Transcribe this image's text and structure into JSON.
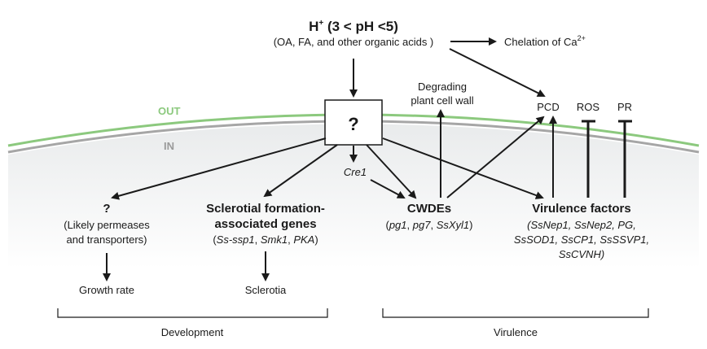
{
  "ph": {
    "title_main": "H",
    "title_sup": "+",
    "title_rest": " (3 < pH <5)",
    "subtitle": "(OA, FA, and other organic acids )"
  },
  "chelation": {
    "main": "Chelation of Ca",
    "sup": "2+"
  },
  "membrane": {
    "out_label": "OUT",
    "in_label": "IN",
    "out_color": "#8cc97e",
    "in_color": "#a6a6a6"
  },
  "sensor": {
    "label": "?"
  },
  "degrading": {
    "line1": "Degrading",
    "line2": "plant cell wall"
  },
  "effects": {
    "pcd": "PCD",
    "ros": "ROS",
    "pr": "PR"
  },
  "cre1": "Cre1",
  "unknown": {
    "title": "?",
    "line1": "(Likely permeases",
    "line2": "and transporters)",
    "outcome": "Growth rate"
  },
  "sclerotial": {
    "title1": "Sclerotial formation-",
    "title2": "associated genes",
    "genes_open": "(",
    "gene1": "Ss-ssp1",
    "sep1": ", ",
    "gene2": "Smk1",
    "sep2": ", ",
    "gene3": "PKA",
    "genes_close": ")",
    "outcome": "Sclerotia"
  },
  "cwdes": {
    "title": "CWDEs",
    "genes_open": "(",
    "gene1": "pg1",
    "sep1": ", ",
    "gene2": "pg7",
    "sep2": ", ",
    "gene3": "SsXyl1",
    "genes_close": ")"
  },
  "virulence_factors": {
    "title": "Virulence factors",
    "line1": "(SsNep1, SsNep2, PG,",
    "line2": "SsSOD1, SsCP1, SsSSVP1,",
    "line3": "SsCVNH)"
  },
  "groups": {
    "development": "Development",
    "virulence": "Virulence"
  }
}
